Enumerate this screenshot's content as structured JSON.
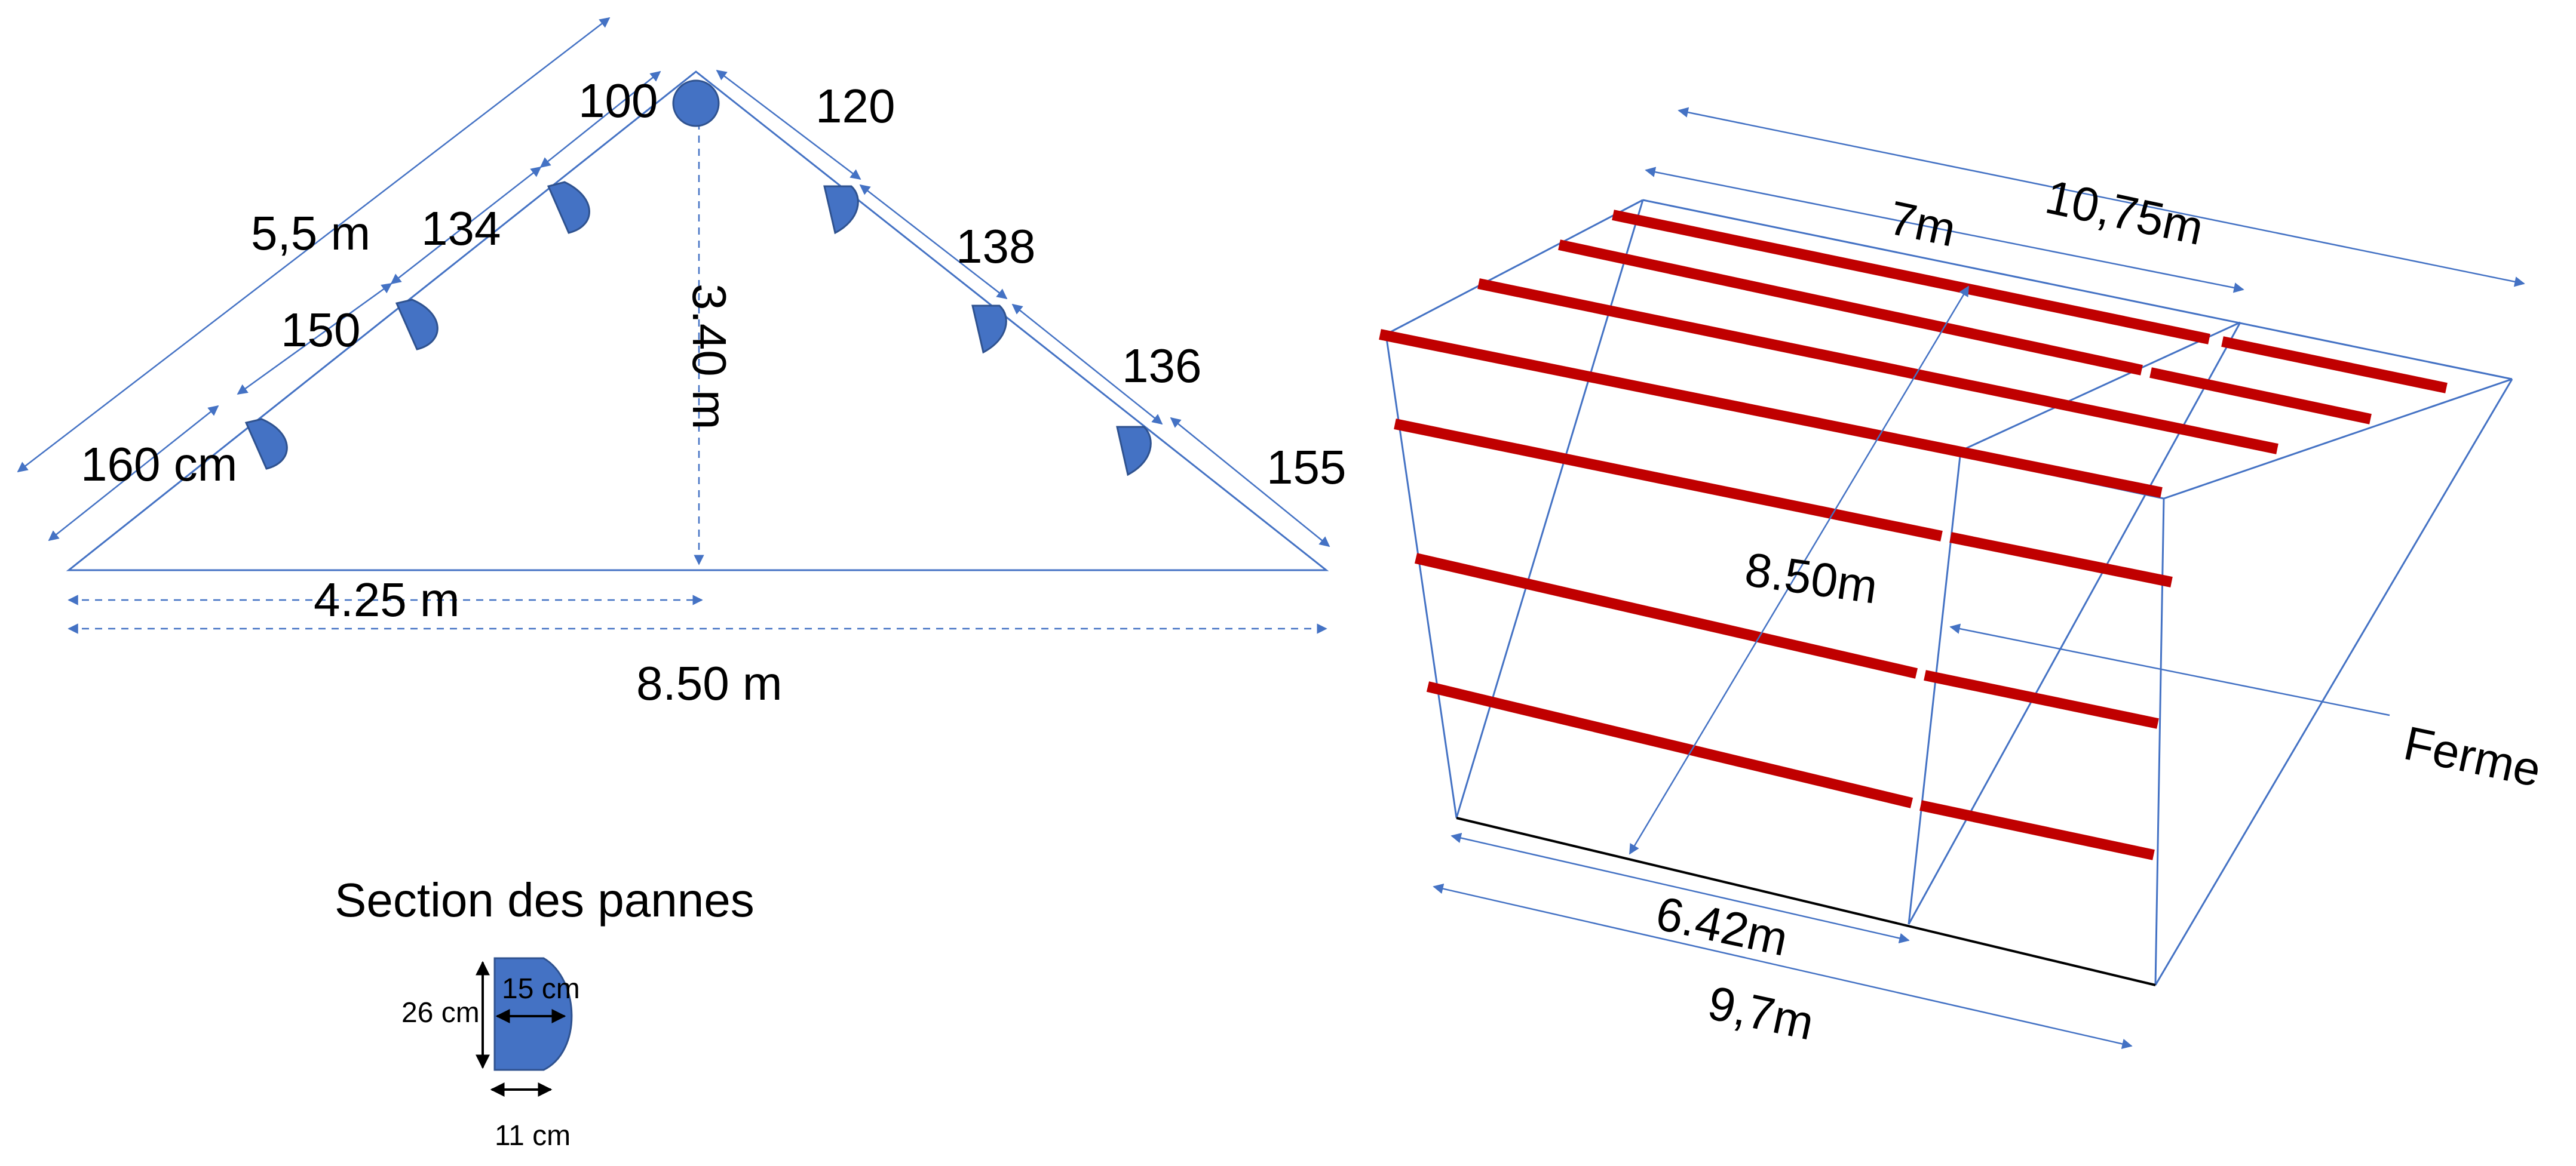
{
  "labels": {
    "slope_length": "5,5 m",
    "top": "100",
    "seg_134": "134",
    "seg_150": "150",
    "seg_160": "160 cm",
    "height": "3.40 m",
    "seg_120": "120",
    "seg_138": "138",
    "seg_136": "136",
    "seg_155": "155",
    "half_span": "4.25 m",
    "span": "8.50 m",
    "section_title": "Section des pannes",
    "sec_height": "26 cm",
    "sec_depth": "15 cm",
    "sec_width": "11 cm",
    "len_7m": "7m",
    "len_1075": "10,75m",
    "ridge_850": "8.50m",
    "ferme": "Ferme",
    "len_642": "6.42m",
    "len_97": "9,7m"
  },
  "colors": {
    "structure": "#4472c4",
    "panne": "#c00000",
    "text": "#000000"
  }
}
